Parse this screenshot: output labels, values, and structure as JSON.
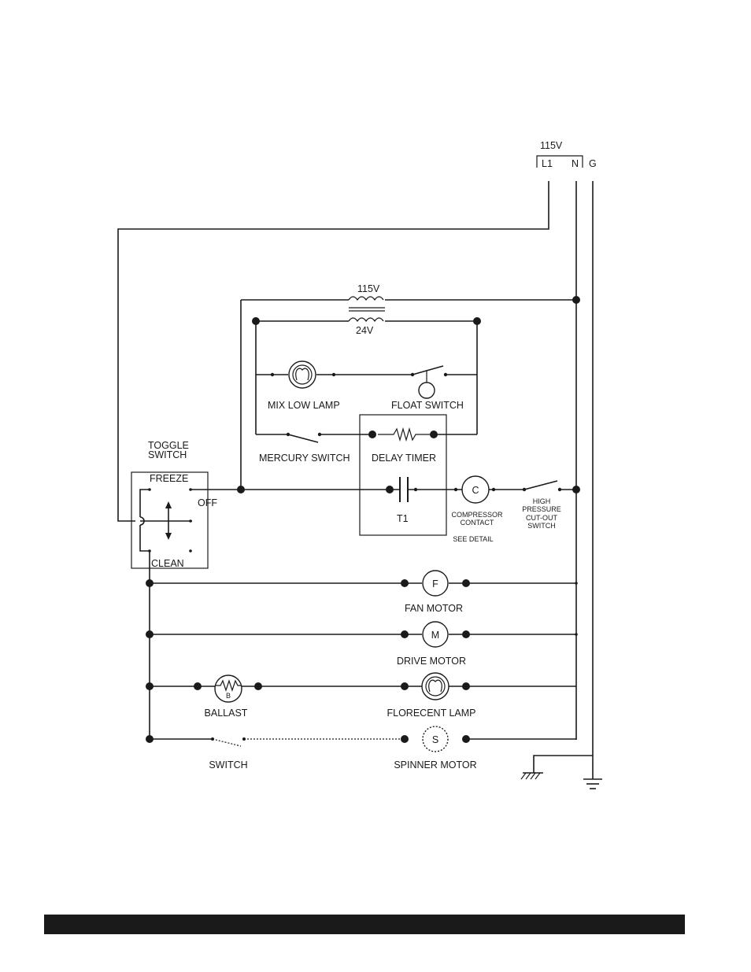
{
  "supply": {
    "voltage": "115V",
    "l1": "L1",
    "n": "N",
    "g": "G"
  },
  "transformer": {
    "primary": "115V",
    "secondary": "24V"
  },
  "labels": {
    "mix_low_lamp": "MIX LOW LAMP",
    "float_switch": "FLOAT SWITCH",
    "mercury_switch": "MERCURY SWITCH",
    "delay_timer": "DELAY TIMER",
    "t1": "T1",
    "toggle_switch_1": "TOGGLE",
    "toggle_switch_2": "SWITCH",
    "freeze": "FREEZE",
    "off": "OFF",
    "clean": "CLEAN",
    "compressor_contact_1": "COMPRESSOR",
    "compressor_contact_2": "CONTACT",
    "see_detail": "SEE DETAIL",
    "high_pressure_1": "HIGH",
    "high_pressure_2": "PRESSURE",
    "high_pressure_3": "CUT-OUT",
    "high_pressure_4": "SWITCH",
    "fan_motor": "FAN MOTOR",
    "drive_motor": "DRIVE MOTOR",
    "ballast": "BALLAST",
    "florecent_lamp": "FLORECENT LAMP",
    "switch": "SWITCH",
    "spinner_motor": "SPINNER MOTOR"
  },
  "symbols": {
    "compressor": "C",
    "fan": "F",
    "drive": "M",
    "ballast": "B",
    "spinner": "S"
  }
}
